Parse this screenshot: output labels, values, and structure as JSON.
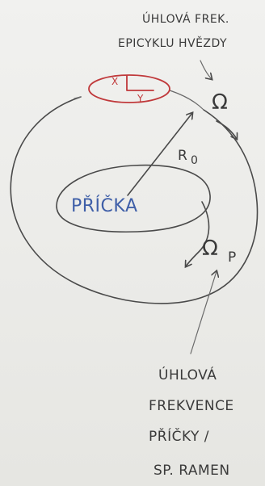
{
  "labels": {
    "epicycle_line1": "ÚHLOVÁ FREK.",
    "epicycle_line2": "EPICYKLU HVĚZDY",
    "omega": "Ω",
    "radius": "R",
    "radius_sub": "0",
    "bar": "PŘÍČKA",
    "omega_p": "Ω",
    "omega_p_sub": "P",
    "star_x": "X",
    "star_y": "Y",
    "bar_freq_line1": "ÚHLOVÁ",
    "bar_freq_line2": "FREKVENCE",
    "bar_freq_line3": "PŘÍČKY /",
    "bar_freq_line4": "SP. RAMEN"
  },
  "colors": {
    "ink": "#4a4a4a",
    "bar_text": "#3f5fa8",
    "star_ellipse": "#c0393b",
    "paper": "#ededea"
  }
}
